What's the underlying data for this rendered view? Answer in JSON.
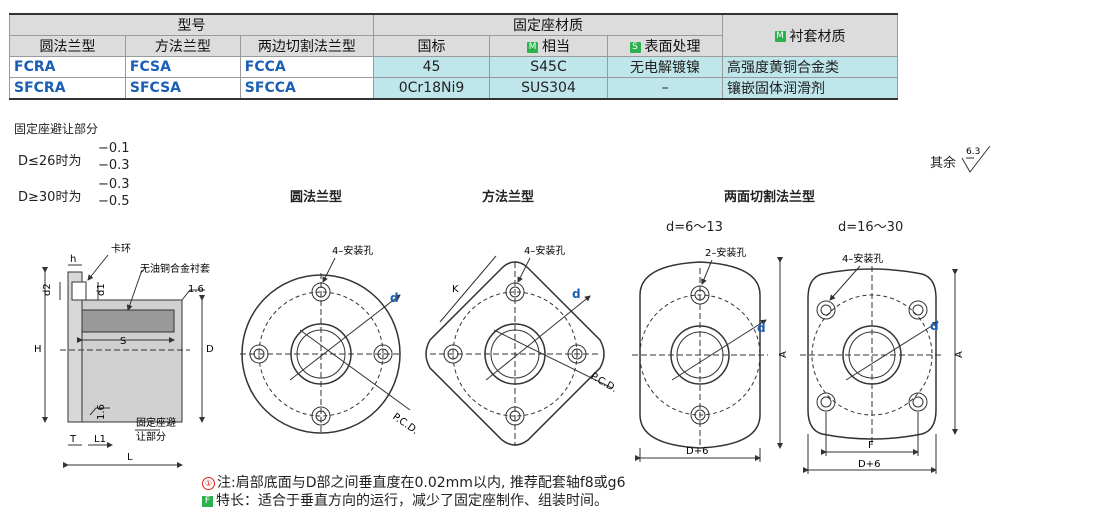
{
  "table": {
    "h_model": "型号",
    "h_fixed": "固定座材质",
    "h_sleeve": "衬套材质",
    "sub": [
      "圆法兰型",
      "方法兰型",
      "两边切割法兰型",
      "国标",
      "相当",
      "表面处理"
    ],
    "badge_m": "M",
    "badge_s": "S",
    "rows": [
      {
        "c1": "FCRA",
        "c2": "FCSA",
        "c3": "FCCA",
        "gb": "45",
        "eq": "S45C",
        "surf": "无电解镀镍",
        "sleeve": "高强度黄铜合金类"
      },
      {
        "c1": "SFCRA",
        "c2": "SFCSA",
        "c3": "SFCCA",
        "gb": "0Cr18Ni9",
        "eq": "SUS304",
        "surf": "–",
        "sleeve": "镶嵌固体润滑剂"
      }
    ]
  },
  "tolerance": {
    "heading": "固定座避让部分",
    "r1_label": "D≤26时为",
    "r1_upper": "−0.1",
    "r1_lower": "−0.3",
    "r2_label": "D≥30时为",
    "r2_upper": "−0.3",
    "r2_lower": "−0.5"
  },
  "surface": {
    "label": "其余",
    "value": "6.3"
  },
  "titles": {
    "round": "圆法兰型",
    "square": "方法兰型",
    "cut": "两面切割法兰型",
    "cut_a": "d=6～13",
    "cut_b": "d=16～30"
  },
  "side": {
    "h": "h",
    "kahuan": "卡环",
    "sleeve": "无油铜合金衬套",
    "d2": "d2",
    "d1": "d1",
    "rough1": "1.6",
    "S": "S",
    "H": "H",
    "D": "D",
    "rough2": "1.6",
    "T": "T",
    "L1": "L1",
    "L": "L",
    "relief1": "固定座避",
    "relief2": "让部分"
  },
  "labels": {
    "holes4": "4–安装孔",
    "holes2": "2–安装孔",
    "d": "d",
    "pcd": "P.C.D.",
    "K": "K",
    "A": "A",
    "D6": "D+6",
    "F": "F"
  },
  "notes": {
    "n1_icon": "①",
    "n1": "注:肩部底面与D部之间垂直度在0.02mm以内, 推荐配套轴f8或g6",
    "n2_icon": "F",
    "n2": "特长：适合于垂直方向的运行，减少了固定座制作、组装时间。"
  },
  "colors": {
    "accent": "#1a5fb4",
    "cyan": "#bfe6ea",
    "header": "#dcdcdc",
    "badge": "#2bb24c"
  }
}
